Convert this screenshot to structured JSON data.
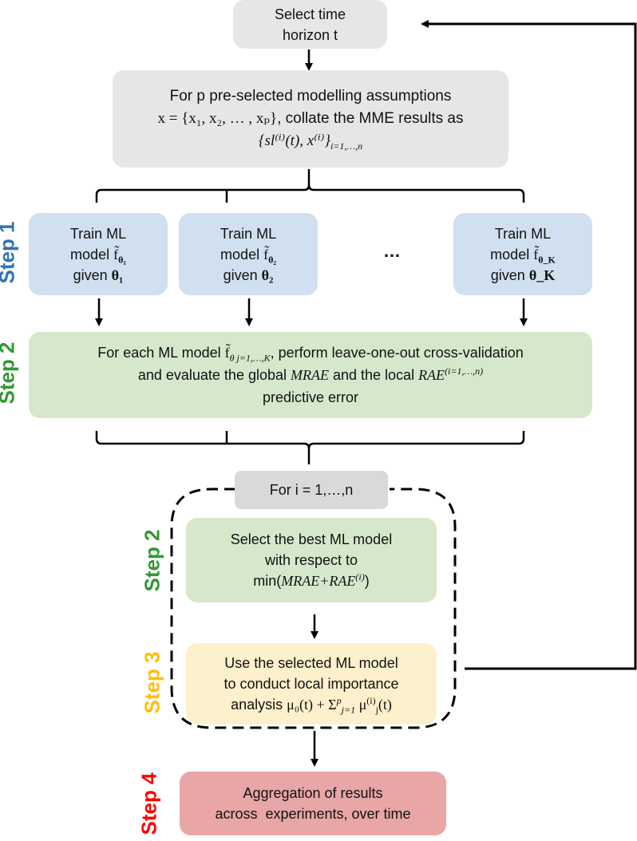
{
  "diagram": {
    "start": {
      "line1": "Select time",
      "line2": "horizon t"
    },
    "collate": {
      "line1": "For p pre-selected modelling assumptions",
      "line2_math": "x = {x₁, x₂, … , xₚ}",
      "line2_text": ", collate the MME results as",
      "line3_math": "{sl⁽ⁱ⁾(t), x⁽ⁱ⁾}",
      "line3_sub": "i=1,…,n"
    },
    "step1": {
      "label": "Step 1",
      "color": "#2e75b6",
      "models": [
        {
          "line1": "Train ML",
          "line2_text": "model ",
          "f": "f̃",
          "f_sub": "θ₁",
          "line3_text": "given ",
          "theta": "θ₁"
        },
        {
          "line1": "Train ML",
          "line2_text": "model ",
          "f": "f̃",
          "f_sub": "θ₂",
          "line3_text": "given ",
          "theta": "θ₂"
        },
        {
          "line1": "Train ML",
          "line2_text": "model ",
          "f": "f̃",
          "f_sub": "θ_K",
          "line3_text": "given ",
          "theta": "θ_K"
        }
      ],
      "ellipsis": "…"
    },
    "step2_cv": {
      "label": "Step 2",
      "color": "#339933",
      "line1_a": "For each ML model ",
      "line1_f": "f̃",
      "line1_sub": "θ j=1,…,K",
      "line1_b": ", perform leave-one-out cross-validation",
      "line2_a": "and evaluate the global ",
      "line2_mrae": "MRAE",
      "line2_b": " and the local ",
      "line2_rae": "RAE",
      "line2_sup": "(i=1,…,n)",
      "line3": "predictive error"
    },
    "loop": {
      "label": "For i = 1,…,n"
    },
    "step2_select": {
      "label": "Step 2",
      "color": "#339933",
      "line1": "Select the best ML model",
      "line2": "with respect to",
      "line3_a": "min(",
      "line3_math": "MRAE+RAE",
      "line3_sup": "(i)",
      "line3_b": ")"
    },
    "step3": {
      "label": "Step 3",
      "color": "#ffc000",
      "line1": "Use the selected ML model",
      "line2": "to conduct local importance",
      "line3_a": "analysis ",
      "line3_math": "μ₀(t) + Σ",
      "line3_sum_sub": "j=1",
      "line3_sum_sup": "p",
      "line3_mu": " μ",
      "line3_mu_sub": "j",
      "line3_mu_sup": "(i)",
      "line3_end": "(t)"
    },
    "step4": {
      "label": "Step 4",
      "color": "#ff0000",
      "line1": "Aggregation of results",
      "line2": "across  experiments, over time"
    }
  }
}
